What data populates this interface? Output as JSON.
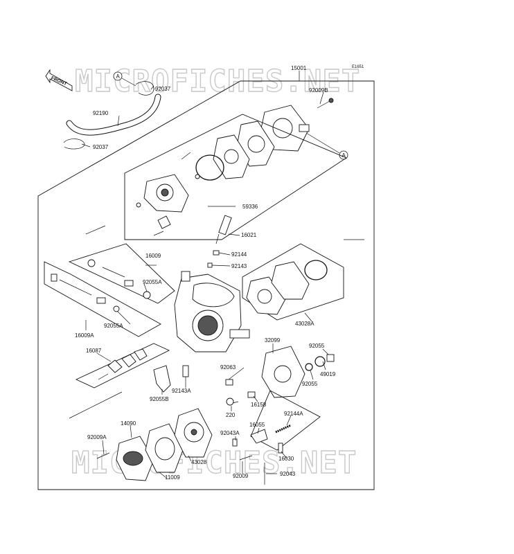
{
  "diagram_code": "E1651",
  "watermark": "MICROFICHES.NET",
  "front_label": "FRONT",
  "callouts": {
    "ref_a": "A",
    "ref_a2": "A"
  },
  "labels": {
    "p15001": "15001",
    "p92009B": "92009B",
    "p92037_top": "92037",
    "p92190": "92190",
    "p92037_bottom": "92037",
    "p59336": "59336",
    "p16021": "16021",
    "p92144": "92144",
    "p92143": "92143",
    "p16009": "16009",
    "p92055A_top": "92055A",
    "p16009A": "16009A",
    "p92055A_bottom": "92055A",
    "p43028A": "43028A",
    "p32099": "32099",
    "p92055_top": "92055",
    "p49019": "49019",
    "p92055_bottom": "92055",
    "p16087": "16087",
    "p92063": "92063",
    "p92143A": "92143A",
    "p92055B": "92055B",
    "p16158": "16158",
    "p220": "220",
    "p16055": "16055",
    "p92144A": "92144A",
    "p14090": "14090",
    "p92009A": "92009A",
    "p43028": "43028",
    "p92043A": "92043A",
    "p16030": "16030",
    "p11009": "11009",
    "p92009": "92009",
    "p92043": "92043"
  }
}
